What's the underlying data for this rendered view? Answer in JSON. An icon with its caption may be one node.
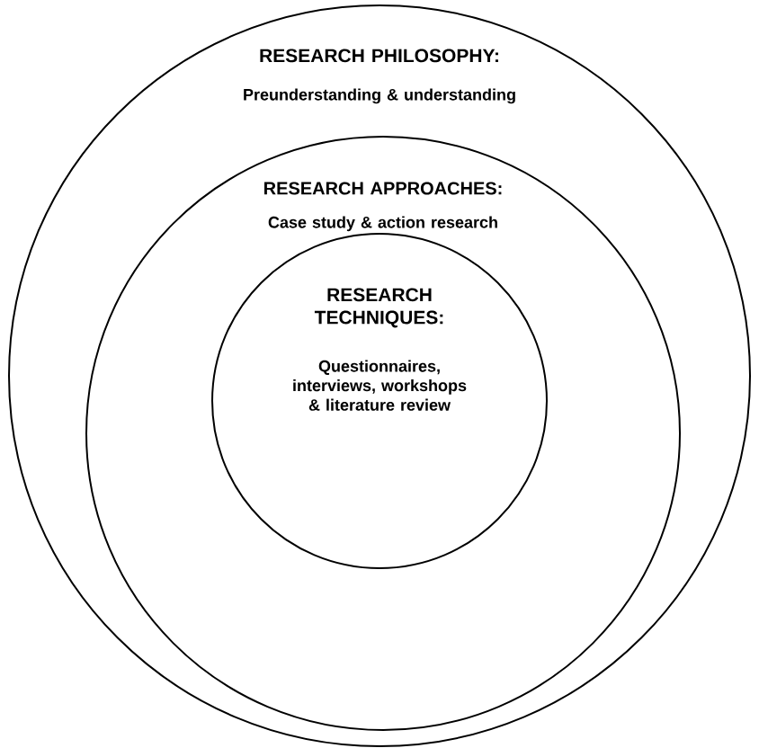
{
  "diagram": {
    "nodes": [
      {
        "text": [
          "RESEARCH PHILOSOPHY:",
          "Preunderstanding & understanding"
        ]
      },
      {
        "text": [
          "RESEARCH APPROACHES:",
          "Case study & action research"
        ],
        "in": 0
      },
      {
        "text": [
          "RESEARCH TECHNIQUES:",
          "Questionnaires, interviews, workshops & literature review"
        ],
        "in": 1
      }
    ]
  }
}
